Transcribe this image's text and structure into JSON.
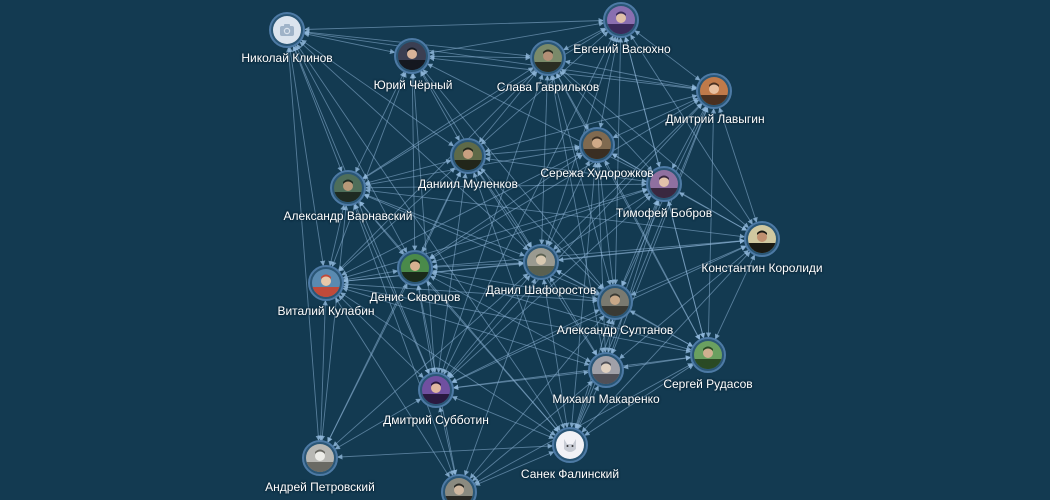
{
  "colors": {
    "background": "#133a51",
    "edge": "#8fb7d9",
    "ring": "#4d7aa5",
    "label": "#ffffff"
  },
  "graph": {
    "nodes": [
      {
        "id": "klinov",
        "name": "Николай Клинов",
        "avatar": "camera-placeholder-icon"
      },
      {
        "id": "chorny",
        "name": "Юрий Чёрный",
        "avatar": "photo-avatar"
      },
      {
        "id": "gavrilkov",
        "name": "Слава Гаврильков",
        "avatar": "photo-avatar"
      },
      {
        "id": "vasyukhno",
        "name": "Евгений Васюхно",
        "avatar": "photo-avatar"
      },
      {
        "id": "lavygin",
        "name": "Дмитрий Лавыгин",
        "avatar": "photo-avatar"
      },
      {
        "id": "mulenkov",
        "name": "Даниил Муленков",
        "avatar": "photo-avatar"
      },
      {
        "id": "khudorozhkov",
        "name": "Сережа Худорожков",
        "avatar": "photo-avatar"
      },
      {
        "id": "varnavsky",
        "name": "Александр Варнавский",
        "avatar": "photo-avatar"
      },
      {
        "id": "bobrov",
        "name": "Тимофей Бобров",
        "avatar": "photo-avatar"
      },
      {
        "id": "korolidi",
        "name": "Константин Королиди",
        "avatar": "photo-avatar"
      },
      {
        "id": "kulabin",
        "name": "Виталий Кулабин",
        "avatar": "photo-avatar"
      },
      {
        "id": "skvortsov",
        "name": "Денис Скворцов",
        "avatar": "photo-avatar"
      },
      {
        "id": "shaforostov",
        "name": "Данил Шафоростов",
        "avatar": "photo-avatar"
      },
      {
        "id": "sultanov",
        "name": "Александр Султанов",
        "avatar": "photo-avatar"
      },
      {
        "id": "rudasov",
        "name": "Сергей Рудасов",
        "avatar": "photo-avatar"
      },
      {
        "id": "makarenko",
        "name": "Михаил Макаренко",
        "avatar": "photo-avatar"
      },
      {
        "id": "subbotin",
        "name": "Дмитрий Субботин",
        "avatar": "photo-avatar"
      },
      {
        "id": "falinsky",
        "name": "Санек Фалинский",
        "avatar": "photo-avatar"
      },
      {
        "id": "petrovsky",
        "name": "Андрей Петровский",
        "avatar": "photo-avatar"
      },
      {
        "id": "partial",
        "name": "",
        "avatar": "photo-avatar"
      }
    ],
    "edges": [
      [
        "klinov",
        "chorny"
      ],
      [
        "klinov",
        "gavrilkov"
      ],
      [
        "klinov",
        "vasyukhno"
      ],
      [
        "klinov",
        "mulenkov"
      ],
      [
        "klinov",
        "varnavsky"
      ],
      [
        "klinov",
        "kulabin"
      ],
      [
        "klinov",
        "skvortsov"
      ],
      [
        "klinov",
        "shaforostov"
      ],
      [
        "klinov",
        "subbotin"
      ],
      [
        "klinov",
        "falinsky"
      ],
      [
        "klinov",
        "lavygin"
      ],
      [
        "klinov",
        "petrovsky"
      ],
      [
        "chorny",
        "gavrilkov"
      ],
      [
        "chorny",
        "vasyukhno"
      ],
      [
        "chorny",
        "mulenkov"
      ],
      [
        "chorny",
        "varnavsky"
      ],
      [
        "chorny",
        "kulabin"
      ],
      [
        "chorny",
        "skvortsov"
      ],
      [
        "chorny",
        "shaforostov"
      ],
      [
        "chorny",
        "bobrov"
      ],
      [
        "chorny",
        "subbotin"
      ],
      [
        "chorny",
        "sultanov"
      ],
      [
        "chorny",
        "lavygin"
      ],
      [
        "gavrilkov",
        "vasyukhno"
      ],
      [
        "gavrilkov",
        "lavygin"
      ],
      [
        "gavrilkov",
        "mulenkov"
      ],
      [
        "gavrilkov",
        "khudorozhkov"
      ],
      [
        "gavrilkov",
        "bobrov"
      ],
      [
        "gavrilkov",
        "korolidi"
      ],
      [
        "gavrilkov",
        "shaforostov"
      ],
      [
        "gavrilkov",
        "sultanov"
      ],
      [
        "gavrilkov",
        "rudasov"
      ],
      [
        "gavrilkov",
        "subbotin"
      ],
      [
        "gavrilkov",
        "varnavsky"
      ],
      [
        "gavrilkov",
        "kulabin"
      ],
      [
        "gavrilkov",
        "makarenko"
      ],
      [
        "vasyukhno",
        "lavygin"
      ],
      [
        "vasyukhno",
        "khudorozhkov"
      ],
      [
        "vasyukhno",
        "bobrov"
      ],
      [
        "vasyukhno",
        "korolidi"
      ],
      [
        "vasyukhno",
        "shaforostov"
      ],
      [
        "vasyukhno",
        "mulenkov"
      ],
      [
        "vasyukhno",
        "subbotin"
      ],
      [
        "vasyukhno",
        "rudasov"
      ],
      [
        "vasyukhno",
        "varnavsky"
      ],
      [
        "vasyukhno",
        "sultanov"
      ],
      [
        "lavygin",
        "khudorozhkov"
      ],
      [
        "lavygin",
        "bobrov"
      ],
      [
        "lavygin",
        "korolidi"
      ],
      [
        "lavygin",
        "shaforostov"
      ],
      [
        "lavygin",
        "sultanov"
      ],
      [
        "lavygin",
        "rudasov"
      ],
      [
        "lavygin",
        "makarenko"
      ],
      [
        "lavygin",
        "subbotin"
      ],
      [
        "lavygin",
        "skvortsov"
      ],
      [
        "lavygin",
        "mulenkov"
      ],
      [
        "lavygin",
        "falinsky"
      ],
      [
        "mulenkov",
        "varnavsky"
      ],
      [
        "mulenkov",
        "kulabin"
      ],
      [
        "mulenkov",
        "skvortsov"
      ],
      [
        "mulenkov",
        "shaforostov"
      ],
      [
        "mulenkov",
        "subbotin"
      ],
      [
        "mulenkov",
        "sultanov"
      ],
      [
        "mulenkov",
        "khudorozhkov"
      ],
      [
        "mulenkov",
        "bobrov"
      ],
      [
        "mulenkov",
        "falinsky"
      ],
      [
        "mulenkov",
        "petrovsky"
      ],
      [
        "mulenkov",
        "makarenko"
      ],
      [
        "khudorozhkov",
        "bobrov"
      ],
      [
        "khudorozhkov",
        "korolidi"
      ],
      [
        "khudorozhkov",
        "shaforostov"
      ],
      [
        "khudorozhkov",
        "sultanov"
      ],
      [
        "khudorozhkov",
        "rudasov"
      ],
      [
        "khudorozhkov",
        "makarenko"
      ],
      [
        "khudorozhkov",
        "falinsky"
      ],
      [
        "khudorozhkov",
        "varnavsky"
      ],
      [
        "khudorozhkov",
        "skvortsov"
      ],
      [
        "khudorozhkov",
        "kulabin"
      ],
      [
        "varnavsky",
        "kulabin"
      ],
      [
        "varnavsky",
        "skvortsov"
      ],
      [
        "varnavsky",
        "shaforostov"
      ],
      [
        "varnavsky",
        "subbotin"
      ],
      [
        "varnavsky",
        "falinsky"
      ],
      [
        "varnavsky",
        "petrovsky"
      ],
      [
        "varnavsky",
        "bobrov"
      ],
      [
        "varnavsky",
        "sultanov"
      ],
      [
        "varnavsky",
        "korolidi"
      ],
      [
        "varnavsky",
        "partial"
      ],
      [
        "bobrov",
        "korolidi"
      ],
      [
        "bobrov",
        "shaforostov"
      ],
      [
        "bobrov",
        "sultanov"
      ],
      [
        "bobrov",
        "rudasov"
      ],
      [
        "bobrov",
        "makarenko"
      ],
      [
        "bobrov",
        "subbotin"
      ],
      [
        "bobrov",
        "falinsky"
      ],
      [
        "bobrov",
        "skvortsov"
      ],
      [
        "bobrov",
        "kulabin"
      ],
      [
        "korolidi",
        "shaforostov"
      ],
      [
        "korolidi",
        "sultanov"
      ],
      [
        "korolidi",
        "rudasov"
      ],
      [
        "korolidi",
        "makarenko"
      ],
      [
        "korolidi",
        "falinsky"
      ],
      [
        "korolidi",
        "skvortsov"
      ],
      [
        "korolidi",
        "subbotin"
      ],
      [
        "korolidi",
        "kulabin"
      ],
      [
        "kulabin",
        "skvortsov"
      ],
      [
        "kulabin",
        "shaforostov"
      ],
      [
        "kulabin",
        "subbotin"
      ],
      [
        "kulabin",
        "petrovsky"
      ],
      [
        "kulabin",
        "falinsky"
      ],
      [
        "kulabin",
        "sultanov"
      ],
      [
        "kulabin",
        "partial"
      ],
      [
        "kulabin",
        "makarenko"
      ],
      [
        "kulabin",
        "rudasov"
      ],
      [
        "skvortsov",
        "shaforostov"
      ],
      [
        "skvortsov",
        "subbotin"
      ],
      [
        "skvortsov",
        "sultanov"
      ],
      [
        "skvortsov",
        "makarenko"
      ],
      [
        "skvortsov",
        "falinsky"
      ],
      [
        "skvortsov",
        "petrovsky"
      ],
      [
        "skvortsov",
        "rudasov"
      ],
      [
        "skvortsov",
        "partial"
      ],
      [
        "shaforostov",
        "sultanov"
      ],
      [
        "shaforostov",
        "rudasov"
      ],
      [
        "shaforostov",
        "makarenko"
      ],
      [
        "shaforostov",
        "subbotin"
      ],
      [
        "shaforostov",
        "falinsky"
      ],
      [
        "shaforostov",
        "petrovsky"
      ],
      [
        "shaforostov",
        "partial"
      ],
      [
        "sultanov",
        "rudasov"
      ],
      [
        "sultanov",
        "makarenko"
      ],
      [
        "sultanov",
        "subbotin"
      ],
      [
        "sultanov",
        "falinsky"
      ],
      [
        "sultanov",
        "partial"
      ],
      [
        "rudasov",
        "makarenko"
      ],
      [
        "rudasov",
        "falinsky"
      ],
      [
        "rudasov",
        "subbotin"
      ],
      [
        "rudasov",
        "partial"
      ],
      [
        "makarenko",
        "subbotin"
      ],
      [
        "makarenko",
        "falinsky"
      ],
      [
        "makarenko",
        "partial"
      ],
      [
        "subbotin",
        "falinsky"
      ],
      [
        "subbotin",
        "petrovsky"
      ],
      [
        "subbotin",
        "partial"
      ],
      [
        "falinsky",
        "partial"
      ],
      [
        "falinsky",
        "petrovsky"
      ]
    ]
  }
}
